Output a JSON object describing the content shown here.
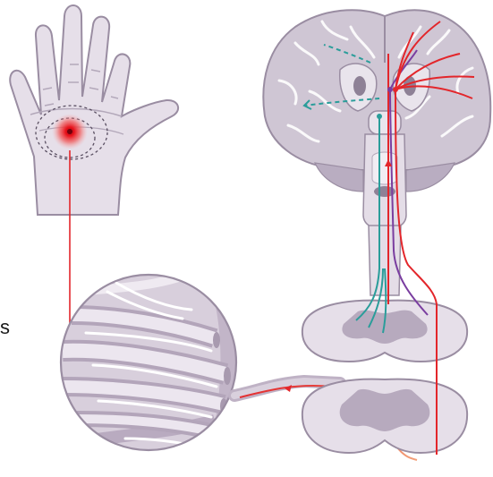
{
  "figure": {
    "edge_text": "s"
  },
  "colors": {
    "tissue_fill": "#e4dde7",
    "tissue_stroke": "#9a8da2",
    "gray_matter": "#b7aabe",
    "brain_fill": "#cfc6d4",
    "pathway_red": "#e3262b",
    "pathway_teal": "#2a9d9a",
    "pathway_purple": "#7a3ea0",
    "pain_glow": "#e8141c",
    "nerve_fiber": "#f7f4f8"
  },
  "icons": {
    "hand": "open-palm-hand",
    "brain": "brain-coronal-section",
    "magnifier": "nerve-bundle-magnified-circle",
    "spinal_cord": "spinal-cord-cross-section"
  }
}
